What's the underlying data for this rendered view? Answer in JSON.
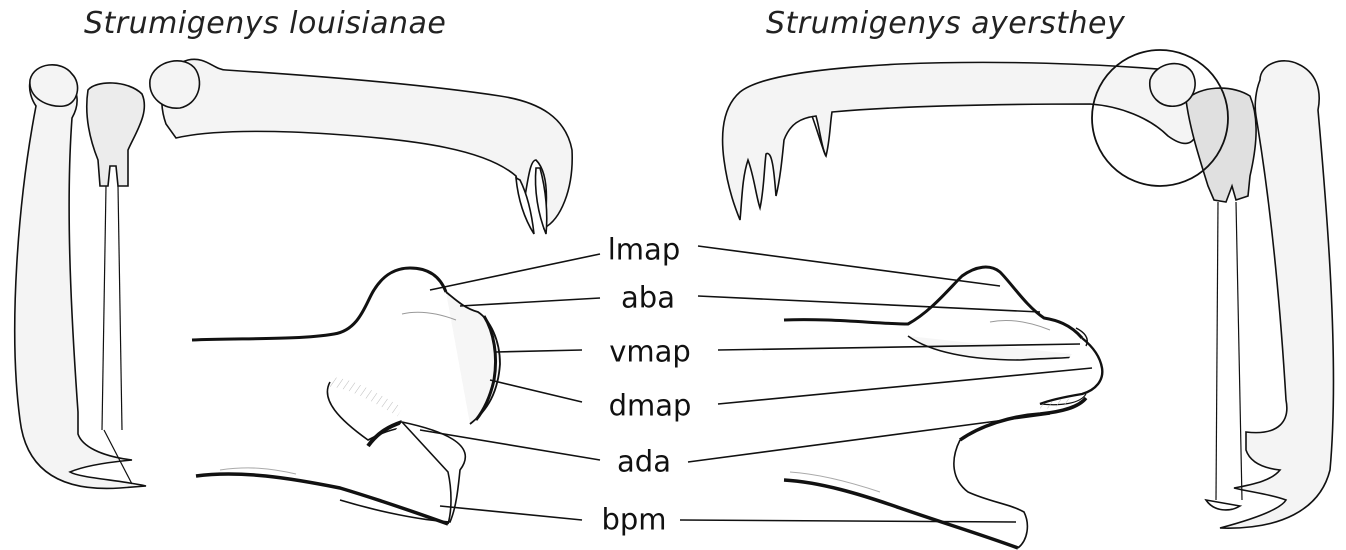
{
  "species": {
    "left": "Strumigenys louisianae",
    "right": "Strumigenys ayersthey"
  },
  "labels": [
    "lmap",
    "aba",
    "vmap",
    "dmap",
    "ada",
    "bpm"
  ],
  "colors": {
    "ink": "#111111",
    "body_fill": "#f4f4f4",
    "tooth_fill": "#dcdcdc",
    "hatching": "#b5b5b5"
  }
}
